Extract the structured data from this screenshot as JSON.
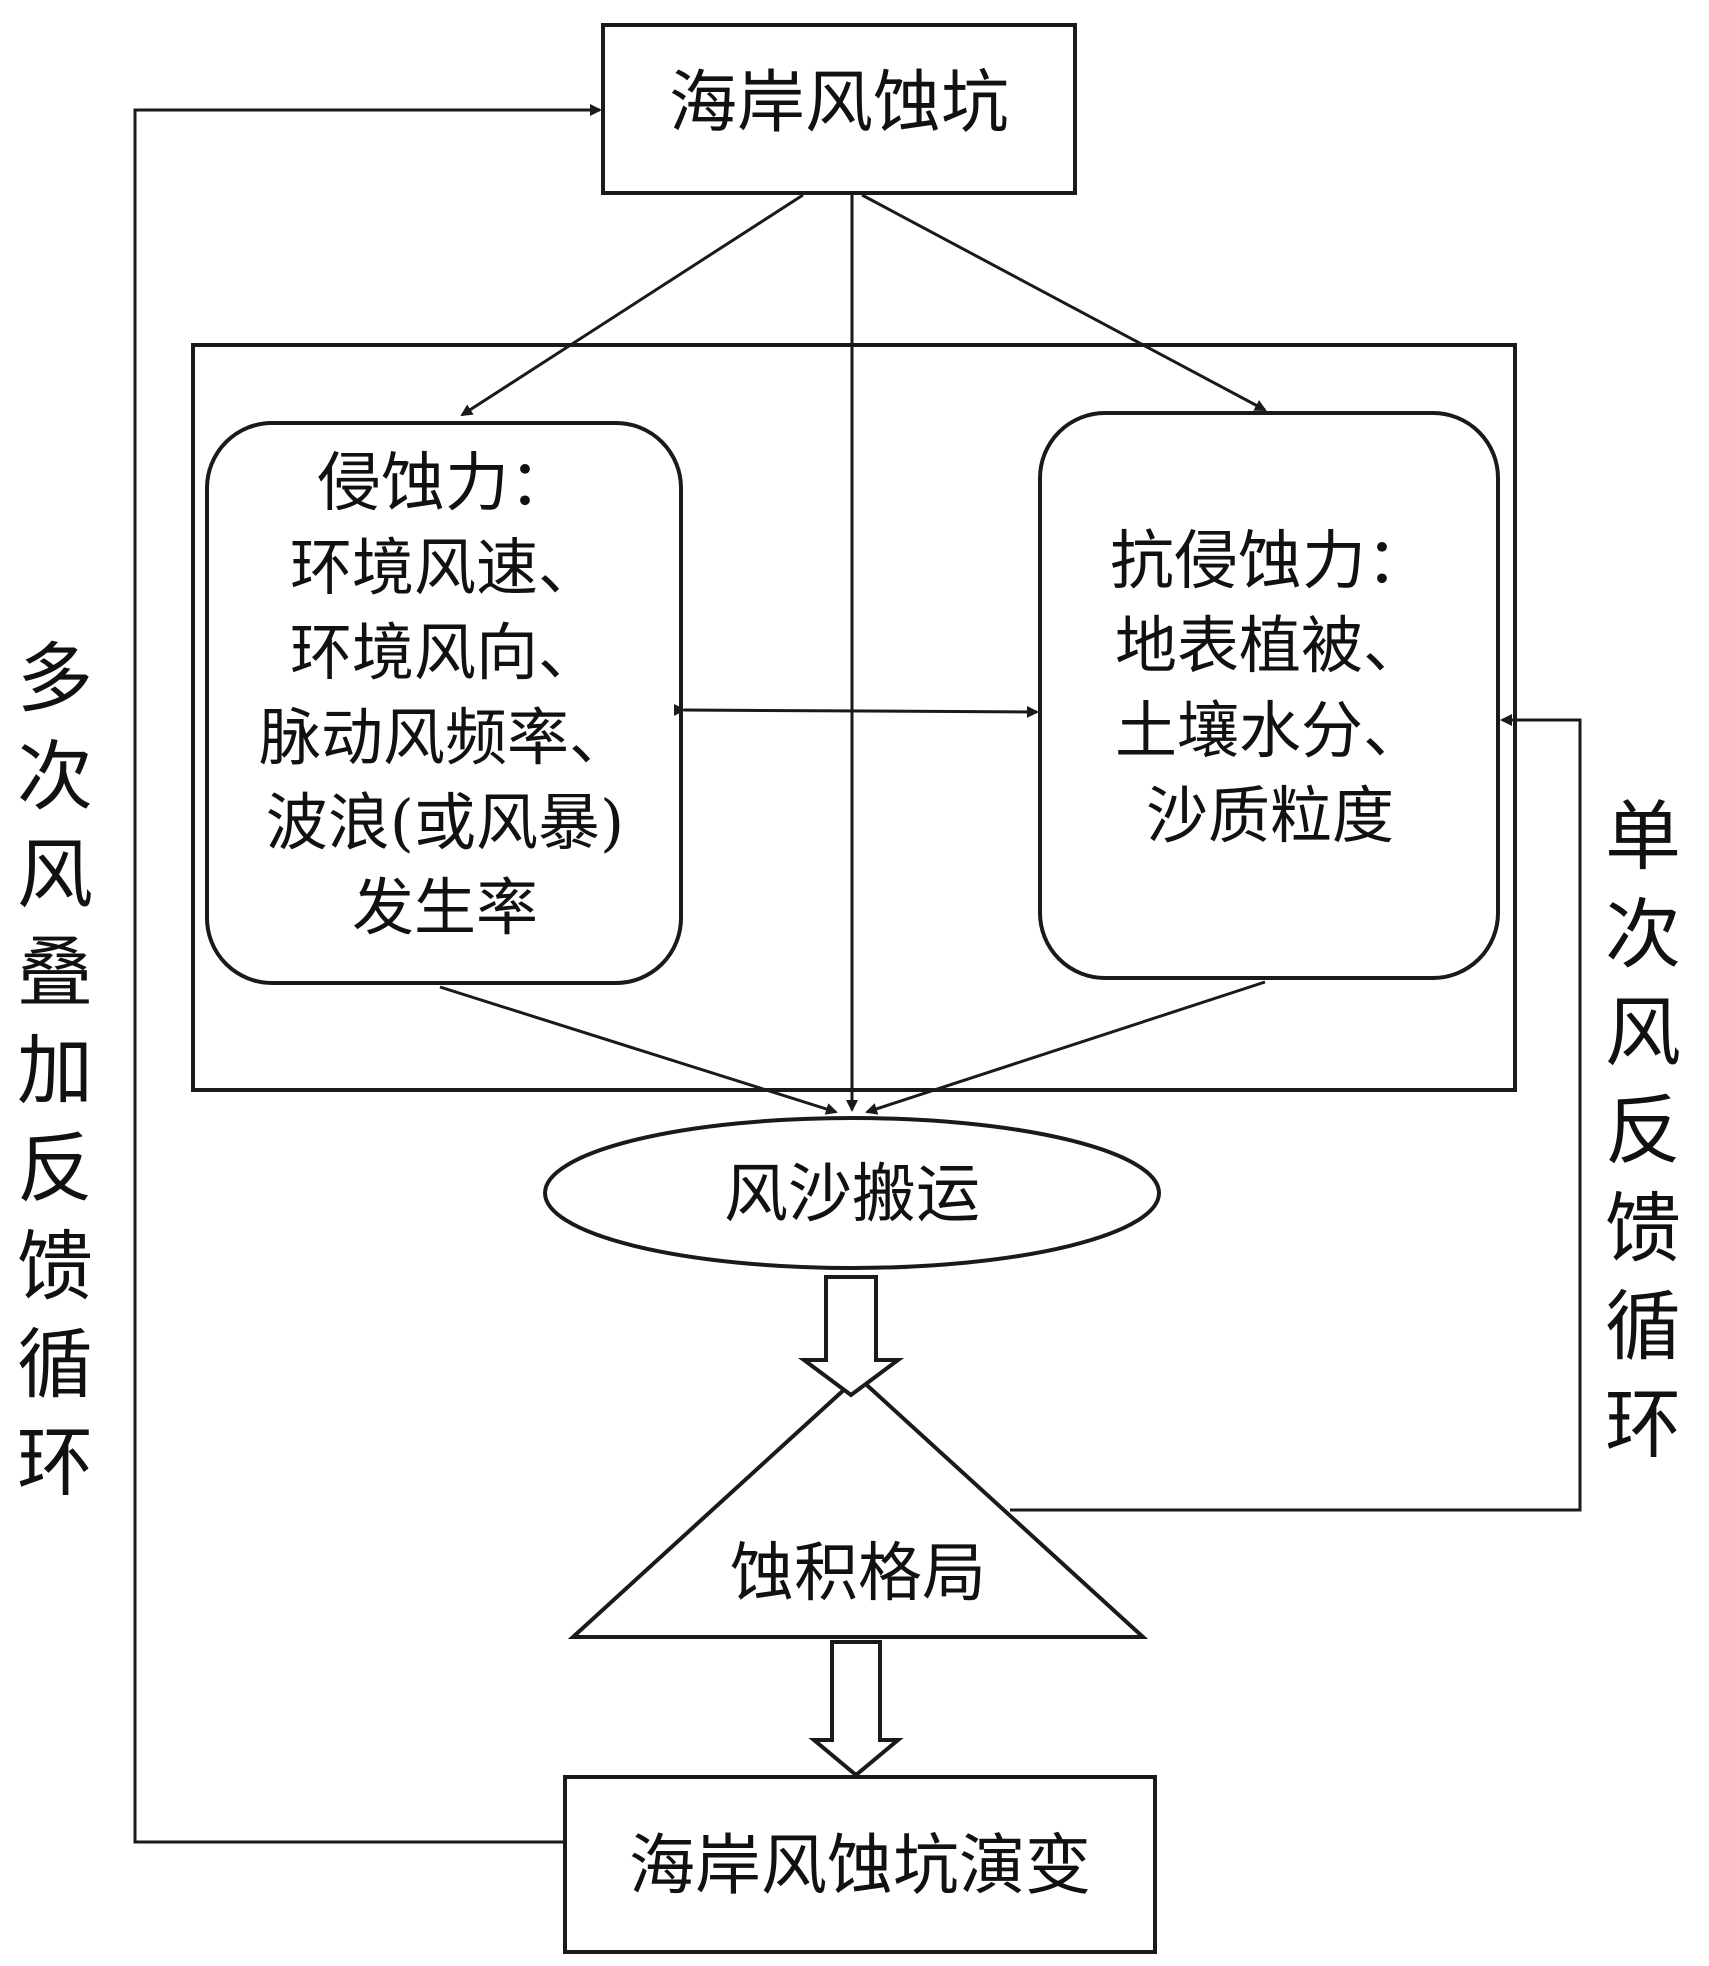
{
  "nodes": {
    "top": "海岸风蚀坑",
    "erosion": {
      "title": "侵蚀力：",
      "lines": [
        "环境风速、",
        "环境风向、",
        "脉动风频率、",
        "波浪(或风暴)",
        "发生率"
      ]
    },
    "resistance": {
      "title": "抗侵蚀力：",
      "lines": [
        "地表植被、",
        "土壤水分、",
        "沙质粒度"
      ]
    },
    "transport": "风沙搬运",
    "pattern": "蚀积格局",
    "bottom": "海岸风蚀坑演变"
  },
  "loops": {
    "multi": [
      "多",
      "次",
      "风",
      "叠",
      "加",
      "反",
      "馈",
      "循",
      "环"
    ],
    "single": [
      "单",
      "次",
      "风",
      "反",
      "馈",
      "循",
      "环"
    ]
  }
}
